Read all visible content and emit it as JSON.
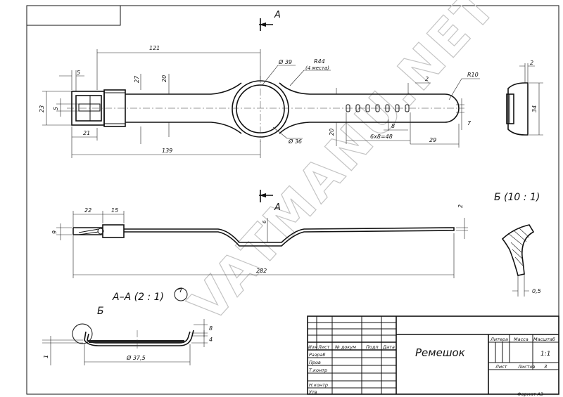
{
  "sheet": {
    "format_label": "Формат А3"
  },
  "section_marks": {
    "top_letter": "А",
    "bottom_letter": "А"
  },
  "top_view": {
    "dims": {
      "d121": "121",
      "d5": "5",
      "d27": "27",
      "d20a": "20",
      "d23": "23",
      "d5b": "5",
      "d21": "21",
      "d139": "139",
      "d39": "Ø 39",
      "r44": "R44",
      "r44_note": "(4 места)",
      "d36": "Ø 36",
      "d20b": "20",
      "r10": "R10",
      "d2": "2",
      "d8": "8",
      "d6x8": "6х8=48",
      "d29": "29",
      "d7": "7"
    }
  },
  "side_view": {
    "dims": {
      "d22": "22",
      "d15": "15",
      "d9": "9",
      "d6": "6",
      "d2": "2",
      "d282": "282"
    }
  },
  "end_view": {
    "dims": {
      "d2": "2",
      "d34": "34"
    }
  },
  "section_view": {
    "title": "А–А  (2 : 1)",
    "callout": "Б",
    "dims": {
      "d8": "8",
      "d4": "4",
      "d1": "1",
      "d37": "Ø 37,5"
    }
  },
  "detail_view": {
    "title": "Б  (10 : 1)",
    "dims": {
      "d05": "0,5"
    }
  },
  "title_block": {
    "part_name": "Ремешок",
    "scale": "1:1",
    "sheets_total": "3",
    "col_headers": {
      "izm": "Изм",
      "list": "Лист",
      "doc": "№ докум",
      "sign": "Подп",
      "date": "Дата"
    },
    "row_labels": {
      "razrab": "Разраб",
      "prov": "Пров",
      "tkontr": "Т.контр",
      "nkontr": "Н.контр",
      "utv": "Утв"
    },
    "right_headers": {
      "litera": "Литера",
      "massa": "Масса",
      "masshtab": "Масштаб",
      "list": "Лист",
      "listov": "Листов"
    }
  }
}
